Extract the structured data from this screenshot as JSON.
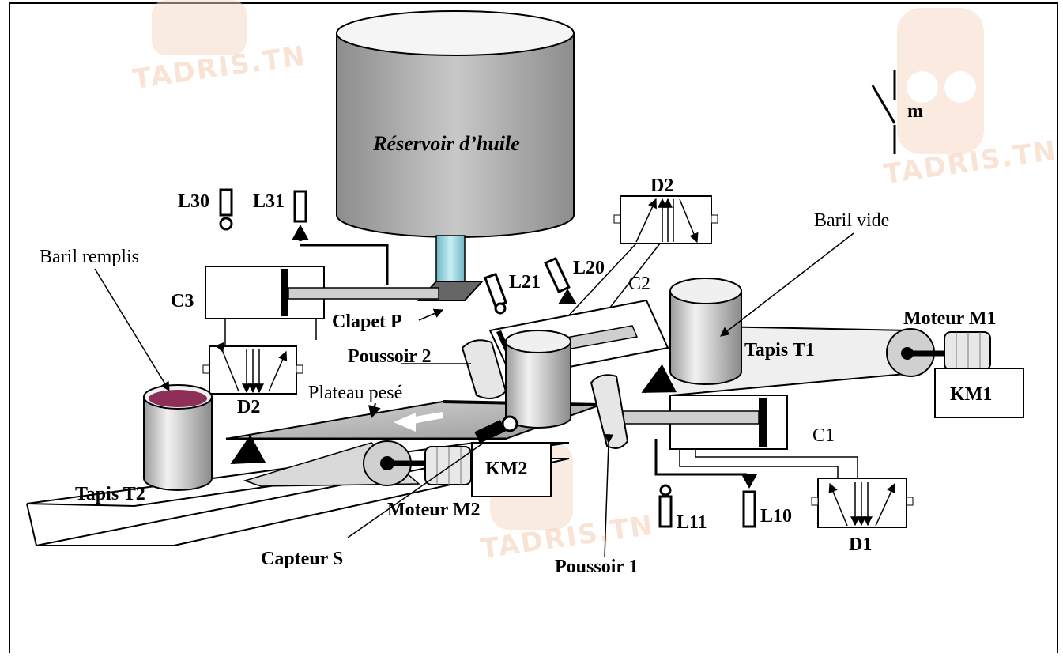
{
  "labels": {
    "reservoir": "Réservoir d’huile",
    "switch_m": "m",
    "l30": "L30",
    "l31": "L31",
    "baril_remplis": "Baril remplis",
    "c3": "C3",
    "clapet_p": "Clapet P",
    "d2_top": "D2",
    "d2_bottom": "D2",
    "l20": "L20",
    "l21": "L21",
    "c2": "C2",
    "baril_vide": "Baril vide",
    "moteur_m1": "Moteur M1",
    "tapis_t1": "Tapis T1",
    "km1": "KM1",
    "poussoir_2": "Poussoir 2",
    "plateau_pese": "Plateau pesé",
    "c1": "C1",
    "km2": "KM2",
    "tapis_t2": "Tapis T2",
    "moteur_m2": "Moteur M2",
    "l11": "L11",
    "l10": "L10",
    "d1": "D1",
    "capteur_s": "Capteur S",
    "poussoir_1": "Poussoir 1"
  },
  "watermark": "TADRIS.TN",
  "colors": {
    "reservoir_fill": "#a9a9a9",
    "pipe": "#9ed7e0",
    "liquid": "#8e2f5a",
    "watermark": "#f3cdb4"
  }
}
